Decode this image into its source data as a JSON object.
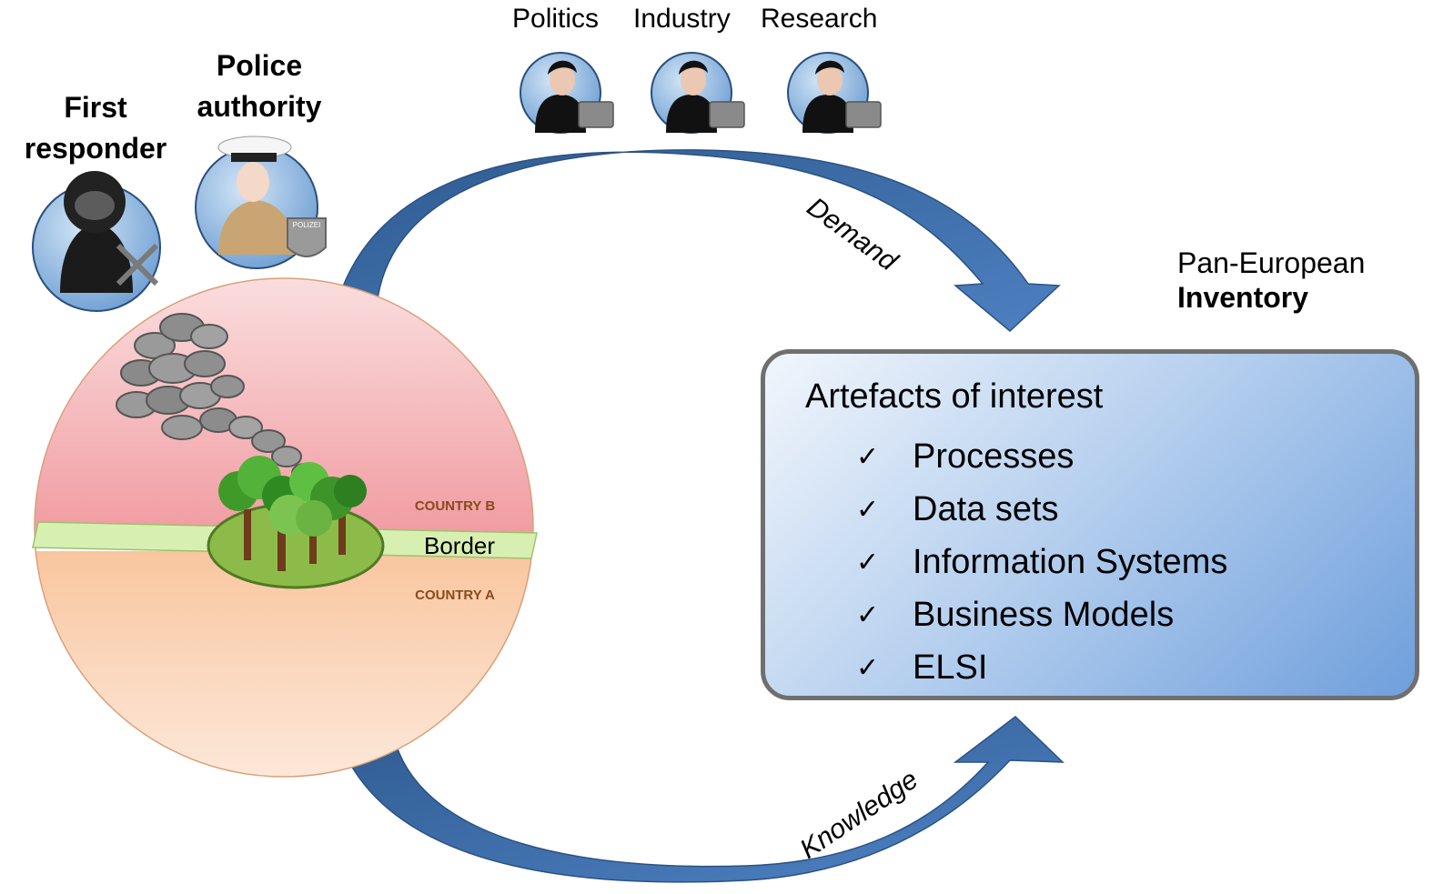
{
  "roles": {
    "first_responder": "First responder",
    "police_authority": "Police authority"
  },
  "stakeholders": [
    "Politics",
    "Industry",
    "Research"
  ],
  "icons": {
    "first_responder": "firefighter-avatar-icon",
    "police": "police-officer-avatar-icon",
    "police_badge": "POLIZEI",
    "stakeholder": "businessperson-avatar-icon"
  },
  "scene": {
    "border": "Border",
    "country_b": "COUNTRY B",
    "country_a": "COUNTRY A"
  },
  "arrows": {
    "demand": "Demand",
    "knowledge": "Knowledge"
  },
  "inventory": {
    "title_line1": "Pan-European",
    "title_line2": "Inventory",
    "heading": "Artefacts of interest",
    "check_glyph": "✓",
    "items": [
      "Processes",
      "Data sets",
      "Information Systems",
      "Business Models",
      "ELSI"
    ]
  },
  "colors": {
    "arrow": "#3f6ea8",
    "country_b": "#f2a4a8",
    "country_a": "#f7b98a",
    "border_band": "#d7f0b2",
    "avatar_bg": "#8fb6df"
  }
}
